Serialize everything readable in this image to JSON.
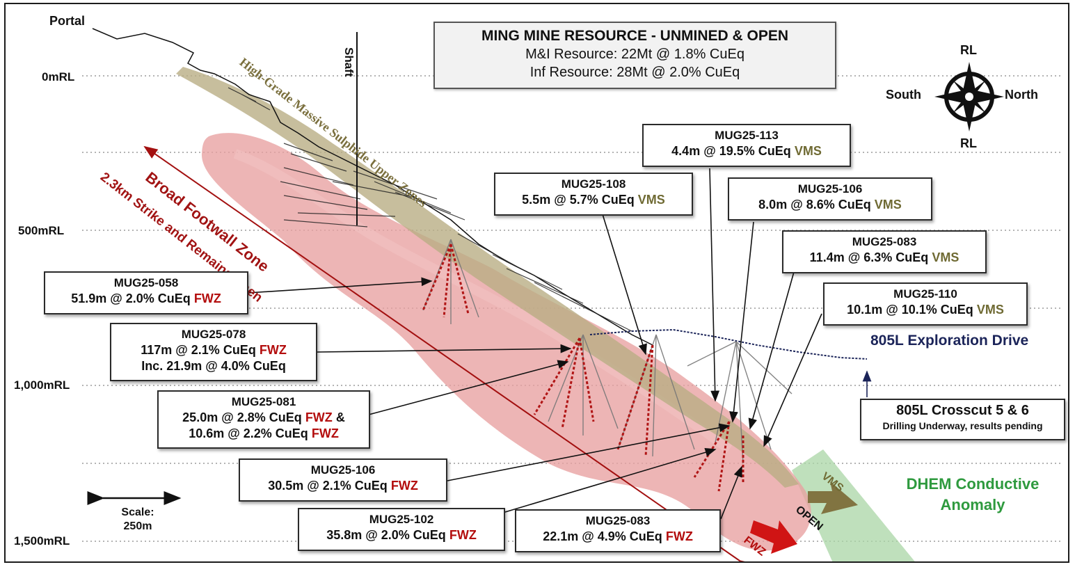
{
  "title_box": {
    "title": "MING MINE RESOURCE - UNMINED & OPEN",
    "line1": "M&I Resource: 22Mt @ 1.8% CuEq",
    "line2": "Inf Resource: 28Mt @ 2.0% CuEq"
  },
  "labels": {
    "portal": "Portal",
    "shaft": "Shaft",
    "upper_zones": "High-Grade Massive Sulphide Upper Zones",
    "broad_zone": "Broad Footwall Zone",
    "strike": "2.3km Strike and Remains Open",
    "exploration_drive": "805L Exploration Drive",
    "dhem_line1": "DHEM Conductive",
    "dhem_line2": "Anomaly",
    "vms_arrow": "VMS",
    "fwz_arrow": "FWZ",
    "open": "OPEN",
    "scale_line1": "Scale:",
    "scale_line2": "250m"
  },
  "rl_levels": [
    "0mRL",
    "500mRL",
    "1,000mRL",
    "1,500mRL"
  ],
  "compass": {
    "top": "RL",
    "bottom": "RL",
    "left": "South",
    "right": "North"
  },
  "intercepts": [
    {
      "hole": "MUG25-113",
      "text": "4.4m @ 19.5% CuEq",
      "zone": "VMS"
    },
    {
      "hole": "MUG25-108",
      "text": "5.5m @ 5.7% CuEq",
      "zone": "VMS"
    },
    {
      "hole": "MUG25-106",
      "text": "8.0m @ 8.6% CuEq",
      "zone": "VMS"
    },
    {
      "hole": "MUG25-083",
      "text": "11.4m @ 6.3% CuEq",
      "zone": "VMS"
    },
    {
      "hole": "MUG25-110",
      "text": "10.1m @ 10.1% CuEq",
      "zone": "VMS"
    },
    {
      "hole": "MUG25-058",
      "text": "51.9m @ 2.0% CuEq",
      "zone": "FWZ"
    },
    {
      "hole": "MUG25-078",
      "text": "117m @ 2.1% CuEq",
      "zone": "FWZ",
      "extra": "Inc. 21.9m @ 4.0% CuEq"
    },
    {
      "hole": "MUG25-081",
      "text": "25.0m @ 2.8% CuEq",
      "zone": "FWZ",
      "amp": "&",
      "text2": "10.6m @ 2.2% CuEq",
      "zone2": "FWZ"
    },
    {
      "hole": "MUG25-106",
      "text": "30.5m @ 2.1% CuEq",
      "zone": "FWZ"
    },
    {
      "hole": "MUG25-102",
      "text": "35.8m @ 2.0% CuEq",
      "zone": "FWZ"
    },
    {
      "hole": "MUG25-083",
      "text": "22.1m @ 4.9% CuEq",
      "zone": "FWZ"
    }
  ],
  "crosscut": {
    "title": "805L Crosscut 5 & 6",
    "sub": "Drilling Underway, results pending"
  },
  "colors": {
    "fwz": "#b30d0d",
    "vms": "#6f6a33",
    "drive": "#1b2459",
    "dhem": "#2e9a3e",
    "ore_body": "#e8a0a0",
    "upper_zone": "#b9ae84"
  }
}
